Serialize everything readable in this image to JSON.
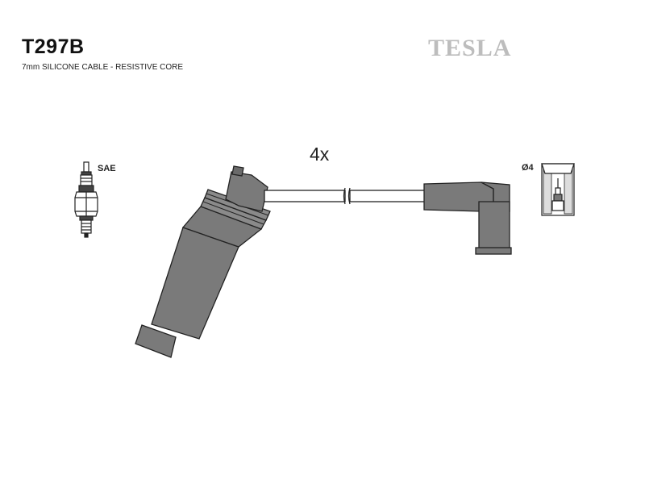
{
  "header": {
    "part_number": "T297B",
    "description": "7mm SILICONE CABLE - RESISTIVE CORE",
    "brand": "TESLA"
  },
  "diagram": {
    "quantity_label": "4x",
    "spark_plug_label": "SAE",
    "terminal_label": "Ø4",
    "colors": {
      "part_fill": "#777777",
      "outline": "#222222",
      "cable_fill": "#ffffff"
    }
  }
}
